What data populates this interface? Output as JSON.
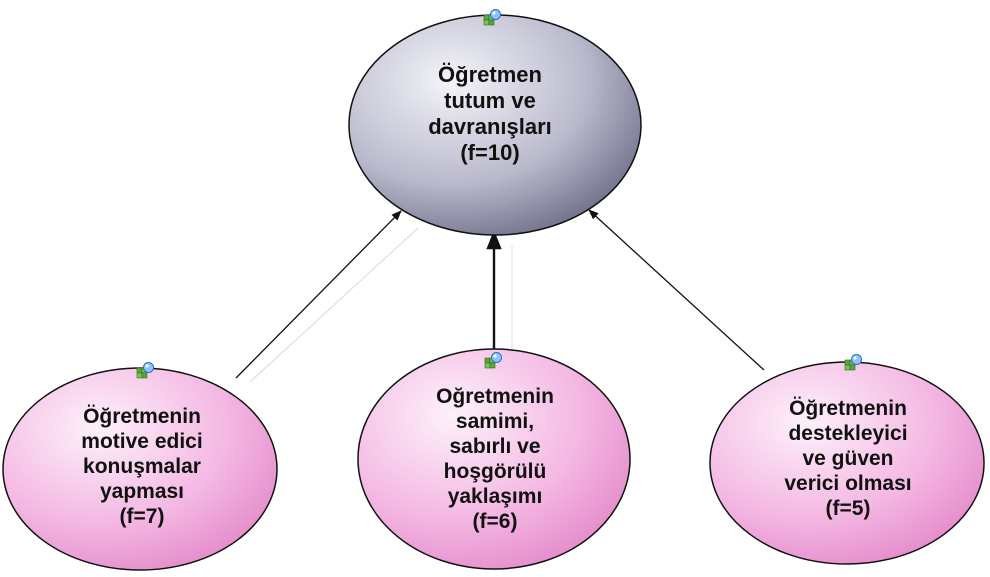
{
  "colors": {
    "root_fill_light": "#f2f2f8",
    "root_fill_dark": "#5b5b78",
    "child_fill_light": "#fbe2f4",
    "child_fill_dark": "#e07fc4",
    "stroke": "#111111",
    "icon_green": "#5aa83a",
    "icon_blue": "#3c8ee6"
  },
  "nodes": {
    "root": {
      "label": "Öğretmen\ntutum ve\ndavranışları\n(f=10)",
      "icon": "concept-icon"
    },
    "children": [
      {
        "label": "Öğretmenin\nmotive edici\nkonuşmalar\nyapması\n(f=7)",
        "icon": "concept-icon"
      },
      {
        "label": "Oğretmenin\nsamimi,\nsabırlı ve\nhoşgörülü\nyaklaşımı\n(f=6)",
        "icon": "concept-icon"
      },
      {
        "label": "Öğretmenin\ndestekleyici\nve güven\nverici olması\n(f=5)",
        "icon": "concept-icon"
      }
    ]
  }
}
